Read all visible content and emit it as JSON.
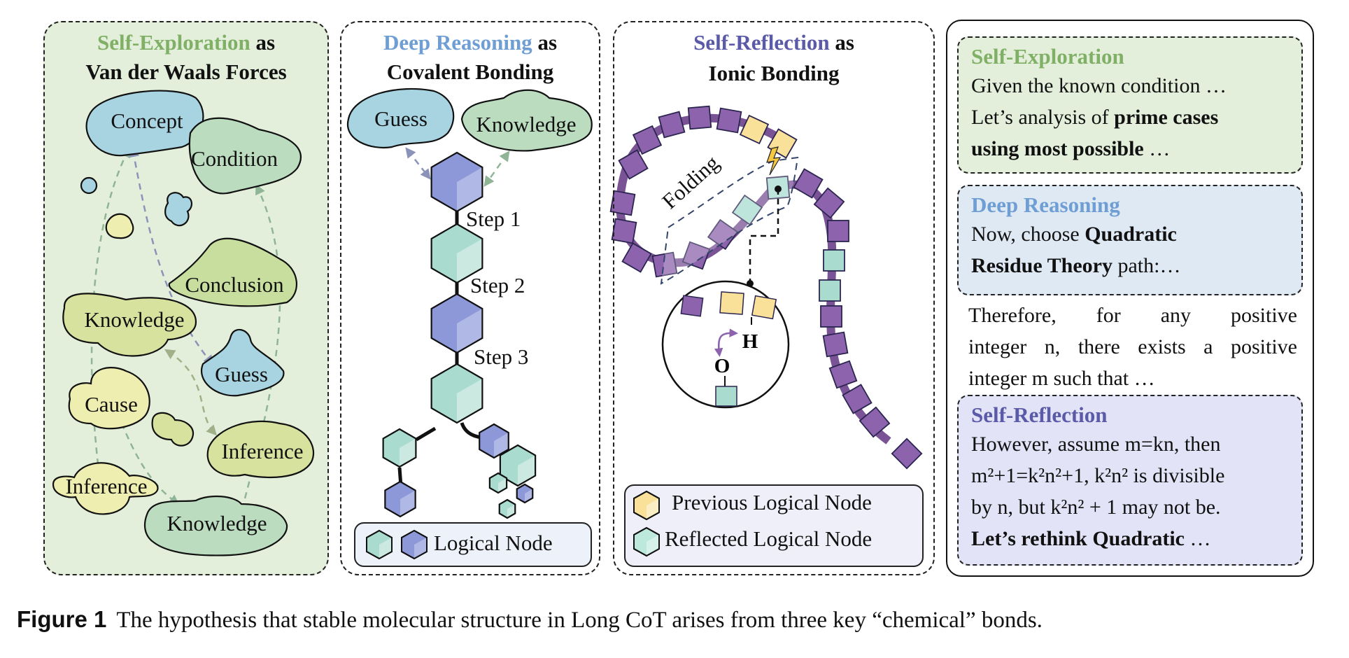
{
  "panels": {
    "exploration": {
      "title_highlight": "Self-Exploration",
      "title_suffix": " as",
      "title_line2": "Van der Waals Forces",
      "nodes": [
        "Concept",
        "Condition",
        "Conclusion",
        "Knowledge",
        "Guess",
        "Cause",
        "Inference",
        "Inference",
        "Knowledge"
      ]
    },
    "reasoning": {
      "title_highlight": "Deep Reasoning",
      "title_suffix": " as",
      "title_line2": "Covalent Bonding",
      "nodes": [
        "Guess",
        "Knowledge"
      ],
      "steps": [
        "Step 1",
        "Step 2",
        "Step 3"
      ],
      "legend": "Logical Node"
    },
    "reflection": {
      "title_highlight": "Self-Reflection",
      "title_suffix": " as",
      "title_line2": "Ionic Bonding",
      "folding_label": "Folding",
      "atom_h": "H",
      "atom_o": "O",
      "legend": [
        "Previous Logical Node",
        "Reflected Logical Node"
      ]
    }
  },
  "examples": {
    "exploration": {
      "title": "Self-Exploration",
      "line1": "Given the known condition …",
      "line2_plain": "Let’s analysis of ",
      "line2_bold": "prime cases",
      "line3_bold": "using most possible",
      "line3_plain": " …"
    },
    "reasoning": {
      "title": "Deep Reasoning",
      "line1_plain": "Now, choose ",
      "line1_bold": "Quadratic",
      "line2_bold": "Residue Theory",
      "line2_plain": " path:…"
    },
    "plain": {
      "line1": "Therefore, for any positive",
      "line2": "integer n, there exists a positive",
      "line3": "integer m such that …"
    },
    "reflection": {
      "title": "Self-Reflection",
      "line1": "However, assume m=kn, then",
      "line2": "m²+1=k²n²+1, k²n² is divisible",
      "line3": "by n, but k²n² + 1 may not be.",
      "line4_bold": "Let’s rethink Quadratic",
      "line4_plain": " …"
    }
  },
  "caption": {
    "label": "Figure 1",
    "text": "The hypothesis that stable molecular structure in Long CoT arises from three key “chemical” bonds."
  },
  "colors": {
    "exploration_accent": "#7fb065",
    "reasoning_accent": "#6e9ed4",
    "reflection_accent": "#5a5aa8",
    "node_teal": "#a9dccf",
    "node_indigo": "#8d98d8",
    "node_yellow": "#f9e19a",
    "chain_purple": "#8d63ad"
  }
}
